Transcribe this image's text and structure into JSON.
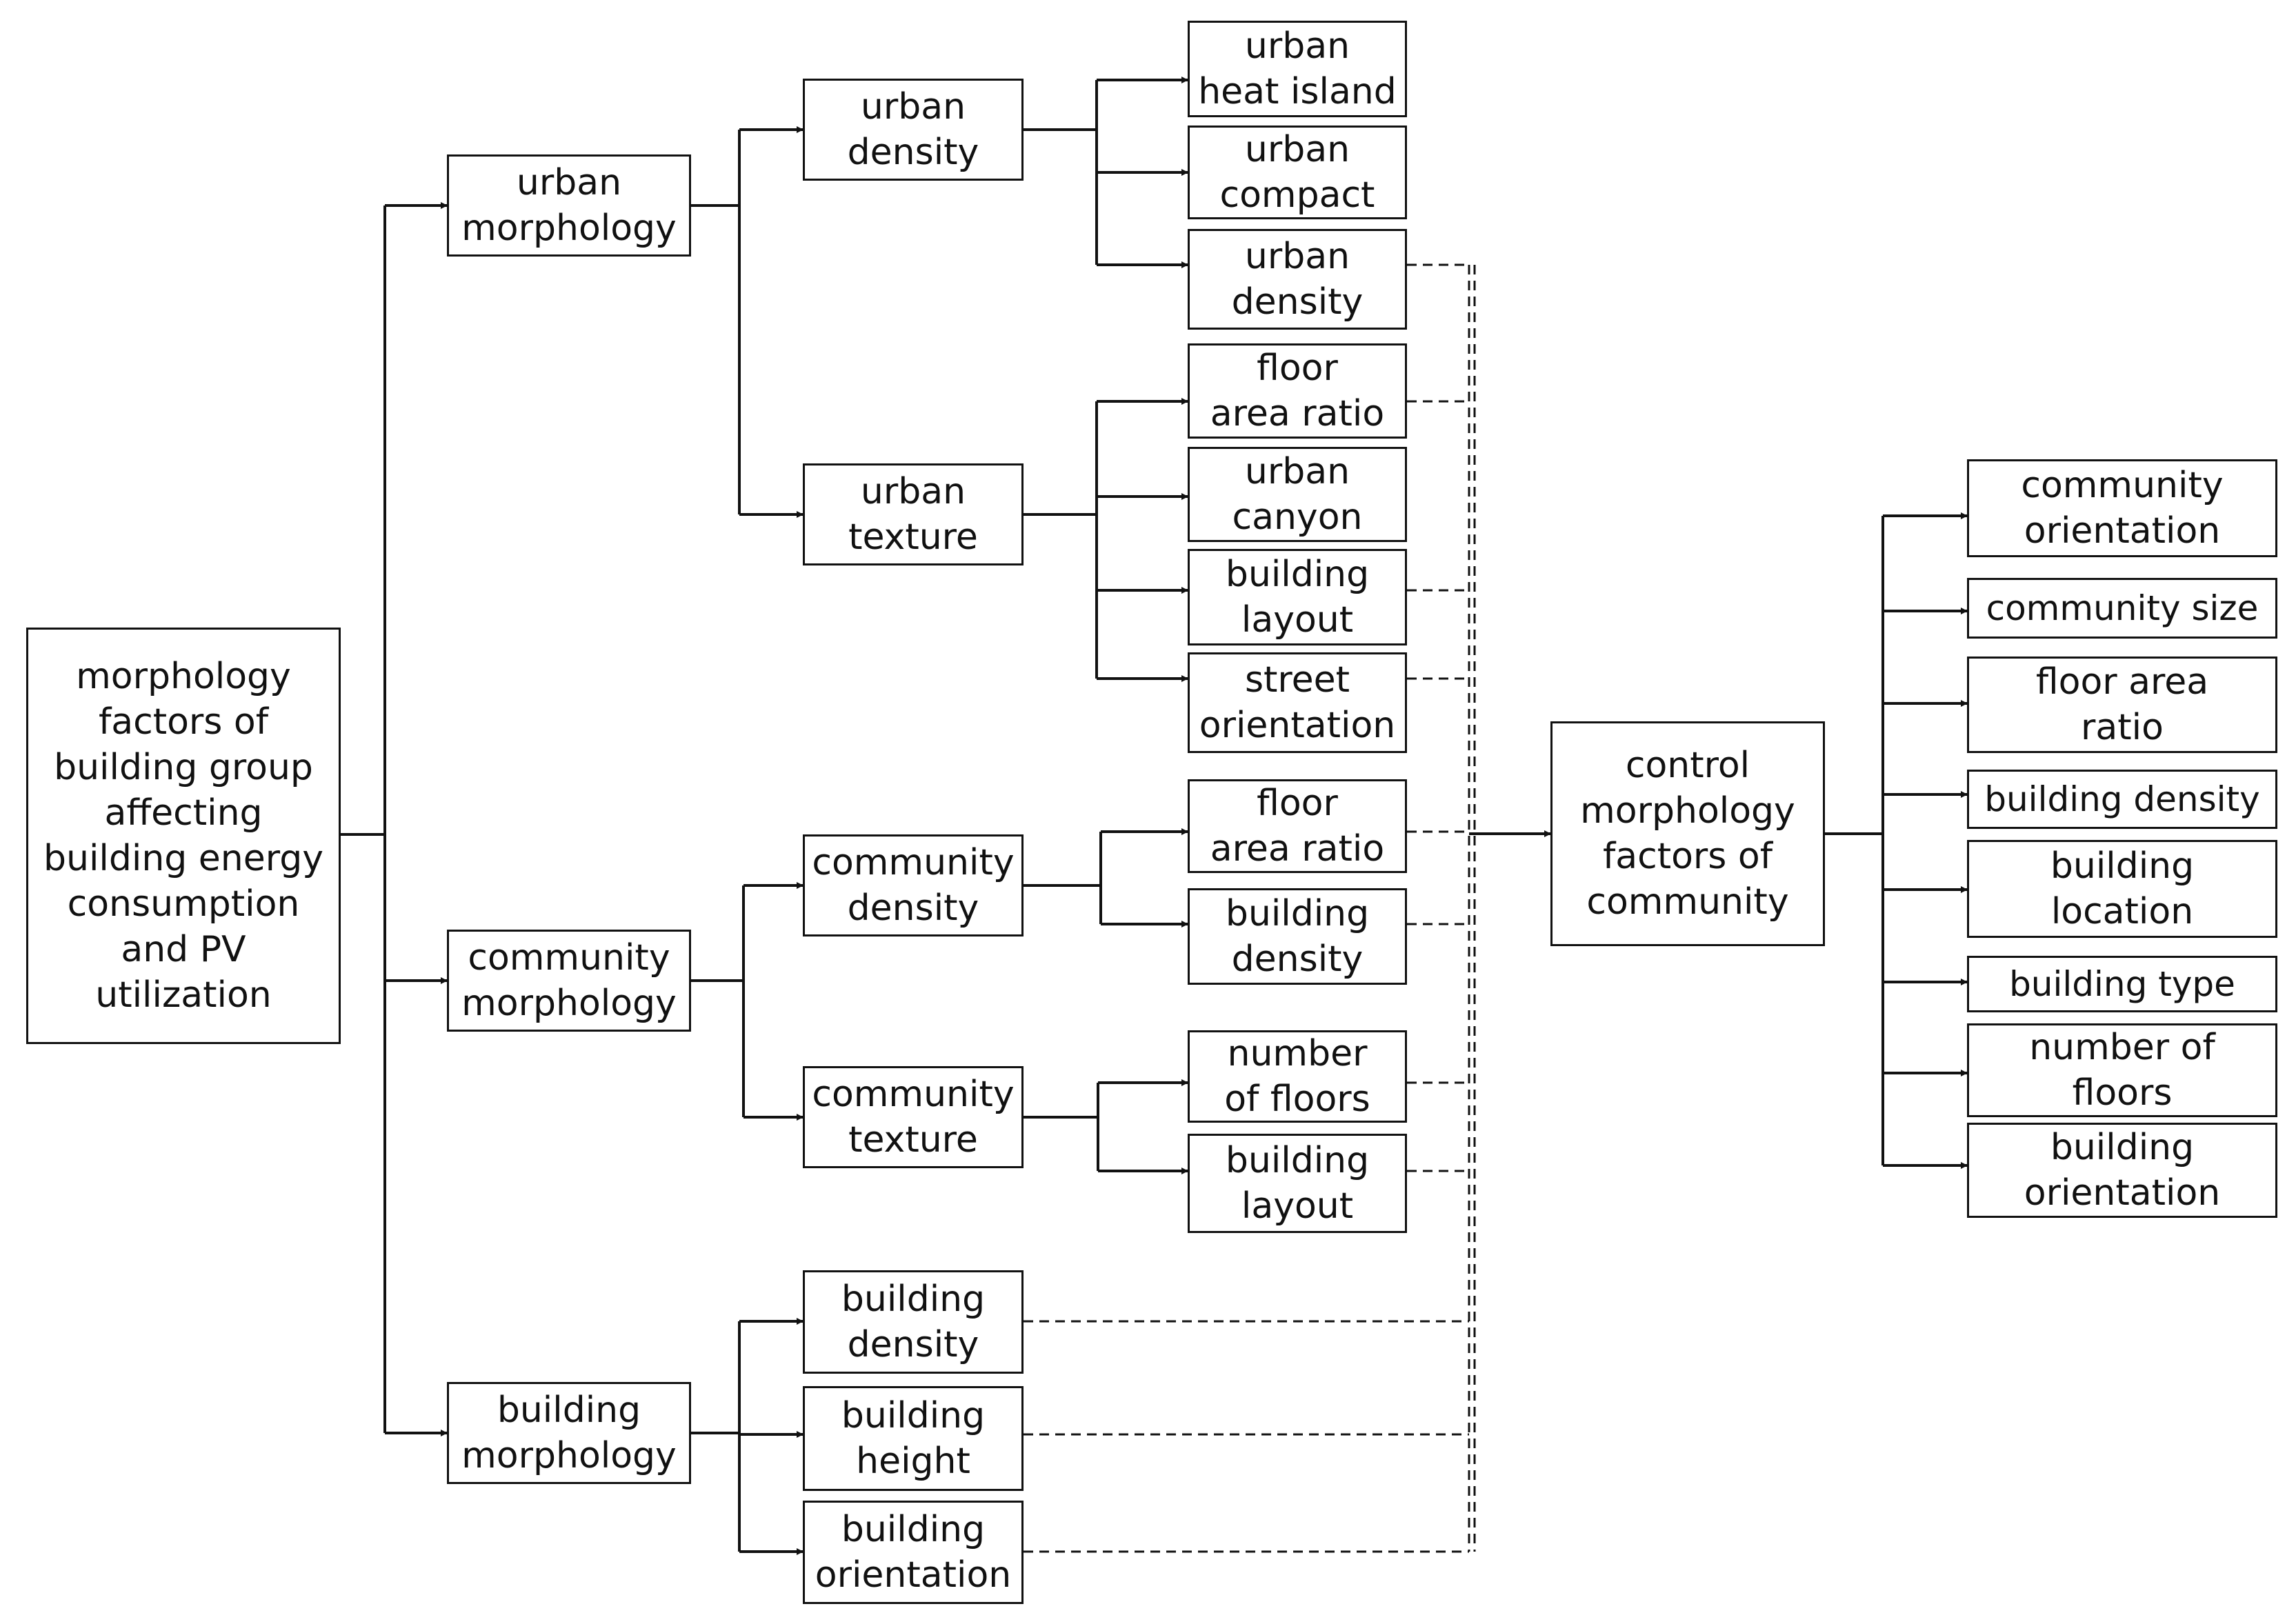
{
  "diagram": {
    "root": "morphology\nfactors of\nbuilding group\naffecting\nbuilding energy\nconsumption\nand PV\nutilization",
    "level1": {
      "urban": "urban\nmorphology",
      "community": "community\nmorphology",
      "building": "building\nmorphology"
    },
    "level2": {
      "urban_density": "urban\ndensity",
      "urban_texture": "urban\ntexture",
      "community_density": "community\ndensity",
      "community_texture": "community\ntexture",
      "building_density": "building\ndensity",
      "building_height": "building\nheight",
      "building_orientation": "building\norientation"
    },
    "level3": {
      "heat_island": "urban\nheat island",
      "urban_compact": "urban\ncompact",
      "urban_density": "urban\ndensity",
      "floor_area_ratio_u": "floor\narea ratio",
      "urban_canyon": "urban\ncanyon",
      "building_layout_u": "building\nlayout",
      "street_orientation": "street\norientation",
      "floor_area_ratio_c": "floor\narea ratio",
      "building_density_c": "building\ndensity",
      "number_of_floors_c": "number\nof floors",
      "building_layout_c": "building\nlayout"
    },
    "control": "control\nmorphology\nfactors of\ncommunity",
    "outputs": {
      "community_orientation": "community\norientation",
      "community_size": "community size",
      "floor_area_ratio": "floor area\nratio",
      "building_density": "building density",
      "building_location": "building\nlocation",
      "building_type": "building type",
      "number_of_floors": "number of\nfloors",
      "building_orientation": "building\norientation"
    }
  }
}
